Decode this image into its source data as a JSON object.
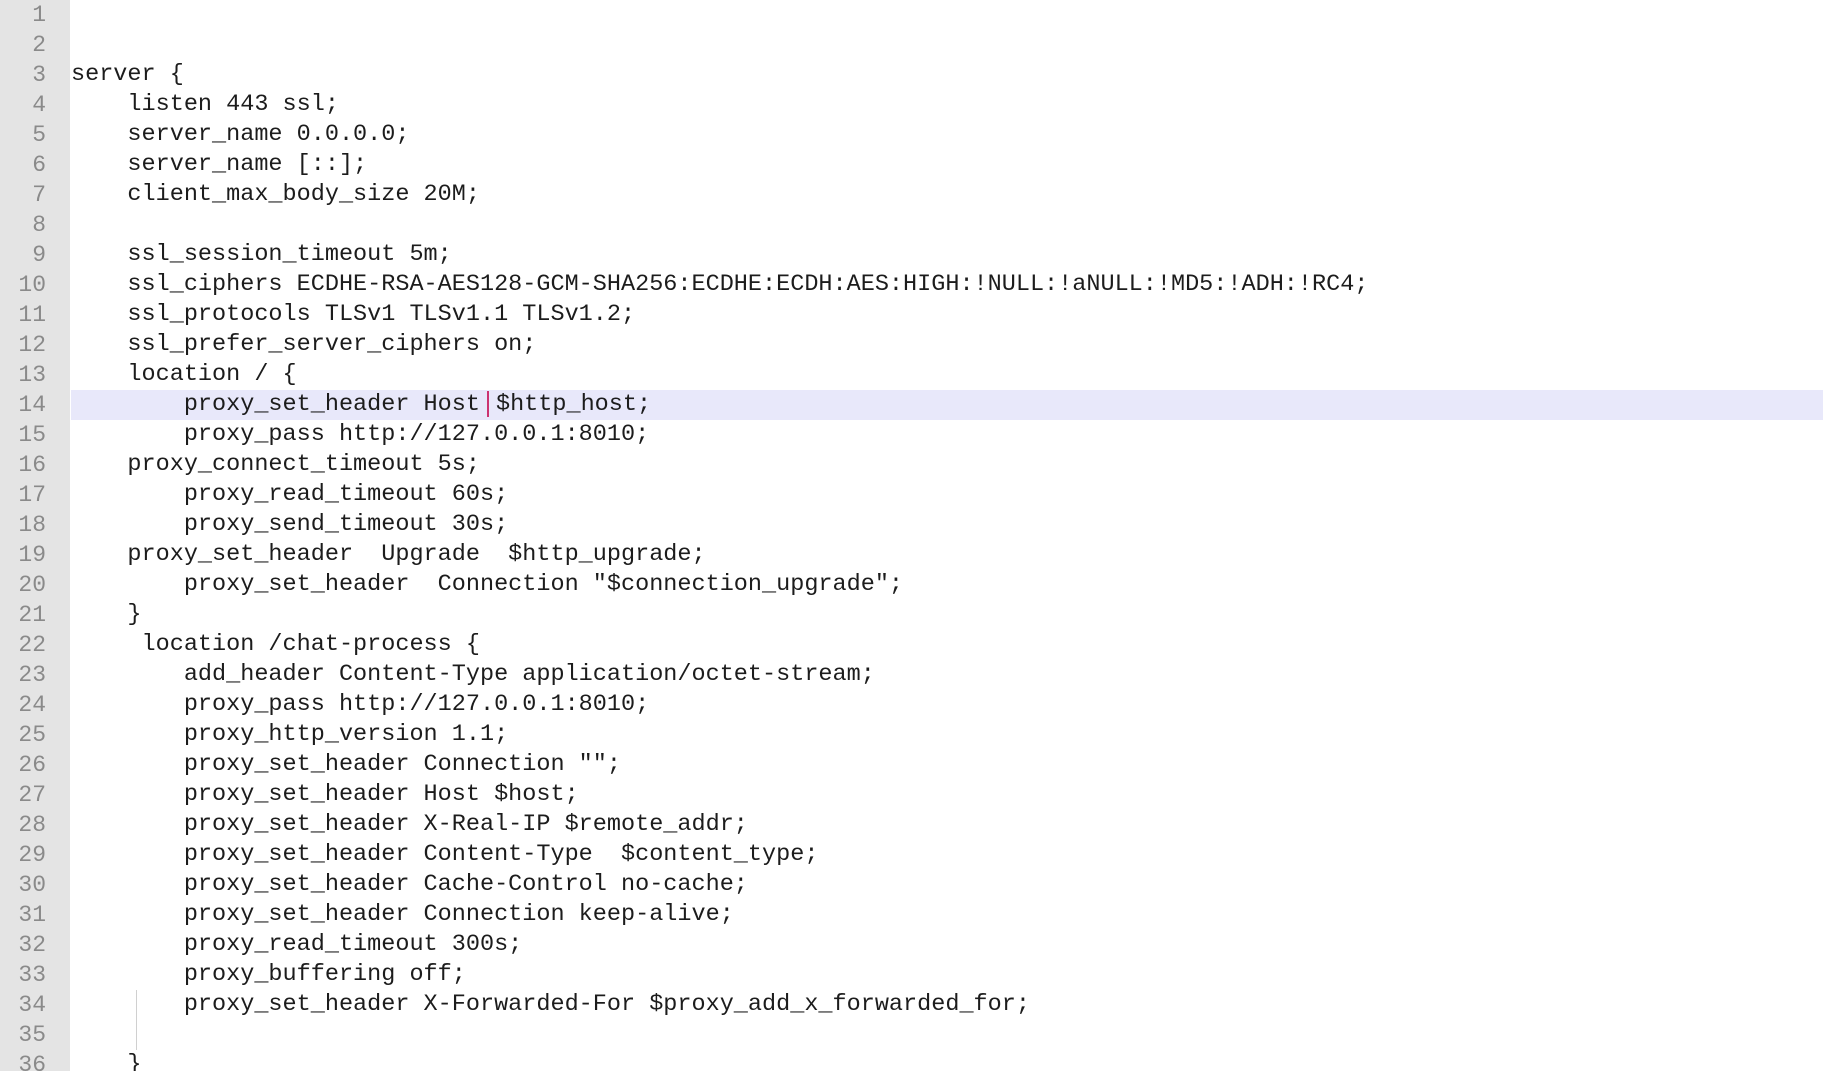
{
  "editor": {
    "current_line": 14,
    "lines": [
      {
        "n": "1",
        "text": ""
      },
      {
        "n": "2",
        "text": ""
      },
      {
        "n": "3",
        "text": "server {"
      },
      {
        "n": "4",
        "text": "    listen 443 ssl;"
      },
      {
        "n": "5",
        "text": "    server_name 0.0.0.0;"
      },
      {
        "n": "6",
        "text": "    server_name [::];"
      },
      {
        "n": "7",
        "text": "    client_max_body_size 20M;"
      },
      {
        "n": "8",
        "text": ""
      },
      {
        "n": "9",
        "text": "    ssl_session_timeout 5m;"
      },
      {
        "n": "10",
        "text": "    ssl_ciphers ECDHE-RSA-AES128-GCM-SHA256:ECDHE:ECDH:AES:HIGH:!NULL:!aNULL:!MD5:!ADH:!RC4;"
      },
      {
        "n": "11",
        "text": "    ssl_protocols TLSv1 TLSv1.1 TLSv1.2;"
      },
      {
        "n": "12",
        "text": "    ssl_prefer_server_ciphers on;"
      },
      {
        "n": "13",
        "text": "    location / {"
      },
      {
        "n": "14",
        "text": "        proxy_set_header Host",
        "after_caret": "$http_host;"
      },
      {
        "n": "15",
        "text": "        proxy_pass http://127.0.0.1:8010;"
      },
      {
        "n": "16",
        "text": "    proxy_connect_timeout 5s;"
      },
      {
        "n": "17",
        "text": "        proxy_read_timeout 60s;"
      },
      {
        "n": "18",
        "text": "        proxy_send_timeout 30s;"
      },
      {
        "n": "19",
        "text": "    proxy_set_header  Upgrade  $http_upgrade;"
      },
      {
        "n": "20",
        "text": "        proxy_set_header  Connection \"$connection_upgrade\";"
      },
      {
        "n": "21",
        "text": "    }"
      },
      {
        "n": "22",
        "text": "     location /chat-process {"
      },
      {
        "n": "23",
        "text": "        add_header Content-Type application/octet-stream;"
      },
      {
        "n": "24",
        "text": "        proxy_pass http://127.0.0.1:8010;"
      },
      {
        "n": "25",
        "text": "        proxy_http_version 1.1;"
      },
      {
        "n": "26",
        "text": "        proxy_set_header Connection \"\";"
      },
      {
        "n": "27",
        "text": "        proxy_set_header Host $host;"
      },
      {
        "n": "28",
        "text": "        proxy_set_header X-Real-IP $remote_addr;"
      },
      {
        "n": "29",
        "text": "        proxy_set_header Content-Type  $content_type;"
      },
      {
        "n": "30",
        "text": "        proxy_set_header Cache-Control no-cache;"
      },
      {
        "n": "31",
        "text": "        proxy_set_header Connection keep-alive;"
      },
      {
        "n": "32",
        "text": "        proxy_read_timeout 300s;"
      },
      {
        "n": "33",
        "text": "        proxy_buffering off;"
      },
      {
        "n": "34",
        "text": "        proxy_set_header X-Forwarded-For $proxy_add_x_forwarded_for;"
      },
      {
        "n": "35",
        "text": ""
      },
      {
        "n": "36",
        "text": "    }"
      }
    ]
  },
  "colors": {
    "gutter_bg": "#e4e4e4",
    "line_number": "#8a8a8a",
    "code_text": "#1c1c1c",
    "current_line_bg": "#e8e8fa",
    "caret": "#cc3370"
  }
}
